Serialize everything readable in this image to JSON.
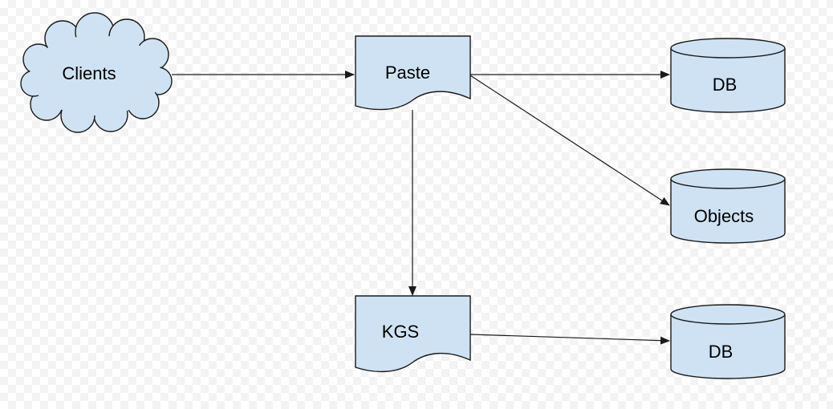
{
  "nodes": {
    "clients": {
      "label": "Clients",
      "shape": "cloud"
    },
    "paste": {
      "label": "Paste",
      "shape": "document"
    },
    "kgs": {
      "label": "KGS",
      "shape": "document"
    },
    "db_top": {
      "label": "DB",
      "shape": "cylinder"
    },
    "objects": {
      "label": "Objects",
      "shape": "cylinder"
    },
    "db_bottom": {
      "label": "DB",
      "shape": "cylinder"
    }
  },
  "edges": [
    {
      "from": "Clients",
      "to": "Paste"
    },
    {
      "from": "Paste",
      "to": "DB"
    },
    {
      "from": "Paste",
      "to": "Objects"
    },
    {
      "from": "Paste",
      "to": "KGS"
    },
    {
      "from": "KGS",
      "to": "DB"
    }
  ],
  "colors": {
    "node_fill": "#cfe2f3",
    "stroke": "#1a1a1a"
  }
}
